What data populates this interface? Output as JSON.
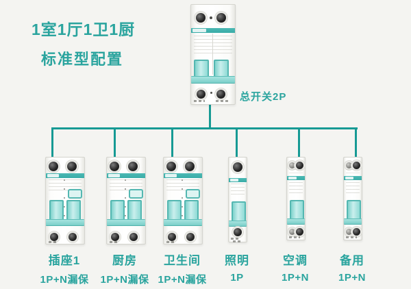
{
  "title": {
    "line1": "1室1厅1卫1厨",
    "line2": "标准型配置"
  },
  "main_breaker": {
    "label": "总开关2P"
  },
  "branches": [
    {
      "name": "插座1",
      "spec": "1P+N漏保"
    },
    {
      "name": "厨房",
      "spec": "1P+N漏保"
    },
    {
      "name": "卫生间",
      "spec": "1P+N漏保"
    },
    {
      "name": "照明",
      "spec": "1P"
    },
    {
      "name": "空调",
      "spec": "1P+N"
    },
    {
      "name": "备用",
      "spec": "1P+N"
    }
  ],
  "colors": {
    "background": "#f4f4f1",
    "accent_text": "#2aa49e",
    "wire": "#169a94",
    "breaker_band": "#3fb3ae",
    "toggle_fill": "#9fe0db"
  }
}
